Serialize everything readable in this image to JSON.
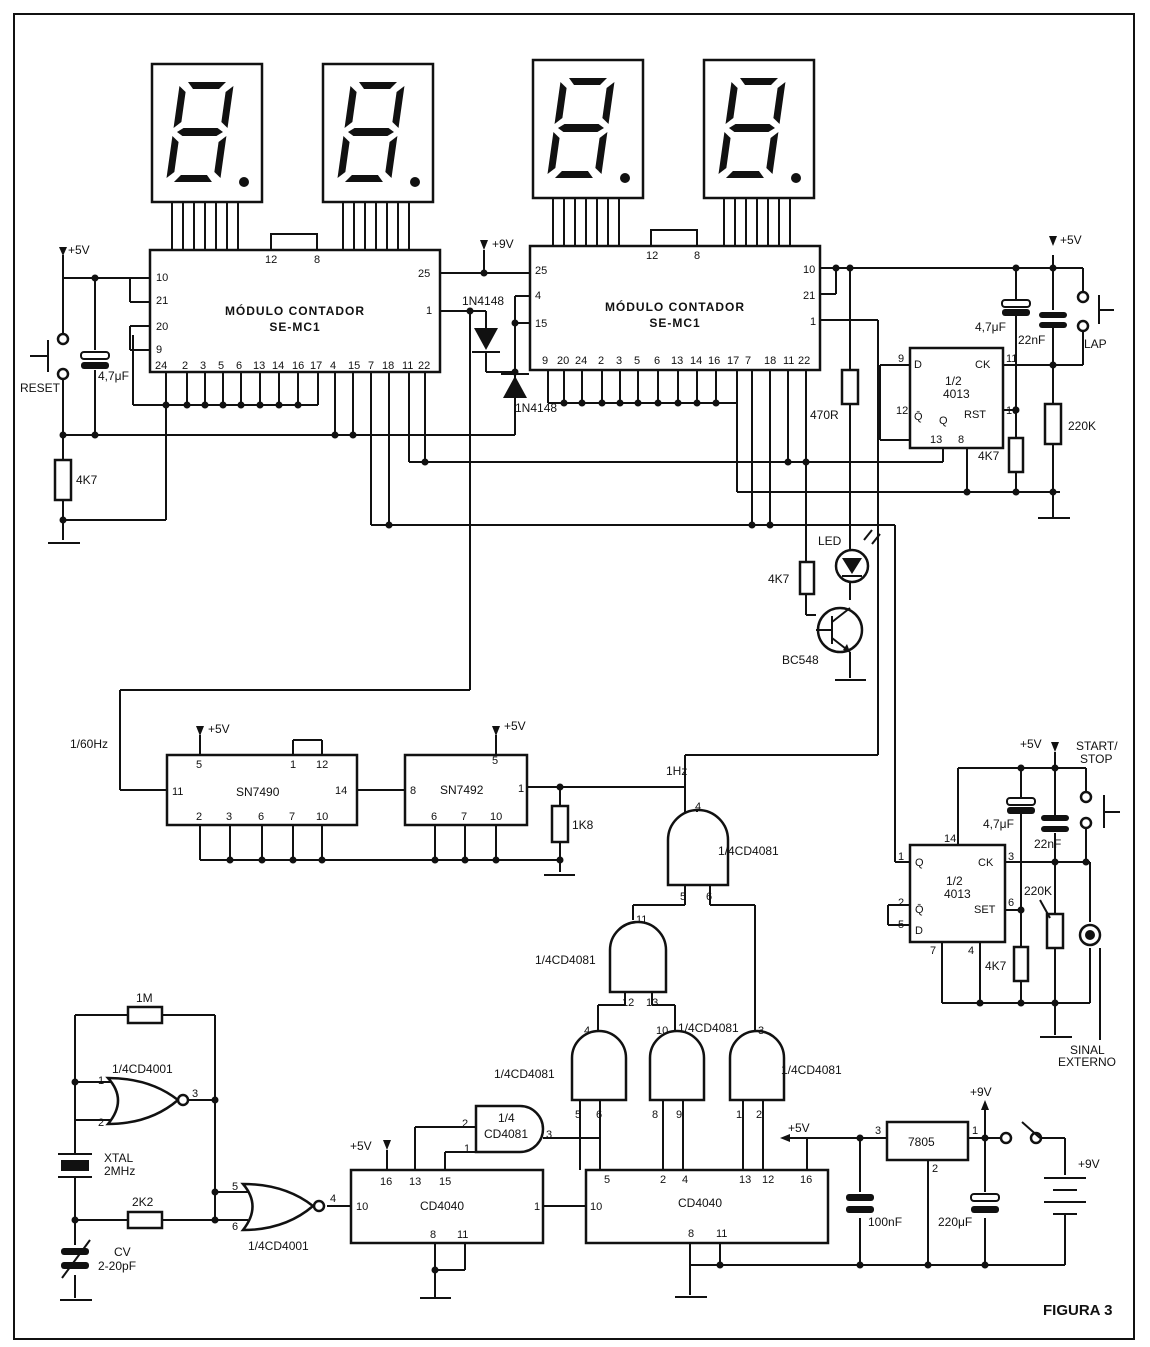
{
  "figure_label": "FIGURA 3",
  "modules": {
    "m1_line1": "MÓDULO CONTADOR",
    "m1_line2": "SE-MC1",
    "m2_line1": "MÓDULO CONTADOR",
    "m2_line2": "SE-MC1",
    "m1_left_pins": [
      "10",
      "21",
      "20",
      "9"
    ],
    "m1_bottom_pins": [
      "24",
      "2",
      "3",
      "5",
      "6",
      "13",
      "14",
      "16",
      "17",
      "4",
      "15",
      "7",
      "18",
      "11",
      "22"
    ],
    "m1_top_pins": [
      "12",
      "8"
    ],
    "m1_right_pins": [
      "25",
      "1"
    ],
    "m2_left_pins": [
      "25",
      "4",
      "15"
    ],
    "m2_bottom_pins": [
      "9",
      "20",
      "24",
      "2",
      "3",
      "5",
      "6",
      "13",
      "14",
      "16",
      "17",
      "7",
      "18",
      "11",
      "22"
    ],
    "m2_top_pins": [
      "12",
      "8"
    ],
    "m2_right_pins": [
      "10",
      "21",
      "1"
    ]
  },
  "supplies": {
    "v5": "+5V",
    "v9": "+9V"
  },
  "components": {
    "reset": "RESET",
    "cap_47uf": "4,7μF",
    "r_4k7": "4K7",
    "diode": "1N4148",
    "r_470": "470R",
    "led": "LED",
    "transistor": "BC548",
    "cap_22nf": "22nF",
    "r_220k": "220K",
    "lap": "LAP",
    "start_stop_1": "START/",
    "start_stop_2": "STOP",
    "sinal_1": "SINAL",
    "sinal_2": "EXTERNO",
    "ff_label_1": "1/2",
    "ff_label_2": "4013",
    "ff1_pins": [
      "9",
      "D",
      "CK",
      "11",
      "12",
      "Q̄",
      "Q",
      "RST",
      "10",
      "13",
      "8"
    ],
    "ff2_pins": [
      "14",
      "1",
      "Q",
      "CK",
      "3",
      "2",
      "Q̄",
      "SET",
      "6",
      "5",
      "D",
      "7",
      "4"
    ],
    "freq_60": "1/60Hz",
    "freq_1": "1Hz",
    "sn7490": "SN7490",
    "sn7492": "SN7492",
    "sn7490_pins": [
      "5",
      "1",
      "12",
      "11",
      "14",
      "2",
      "3",
      "6",
      "7",
      "10"
    ],
    "sn7492_pins": [
      "5",
      "8",
      "1",
      "6",
      "7",
      "10"
    ],
    "r_1k8": "1K8",
    "and_label": "1/4CD4081",
    "and_small_1": "1/4",
    "and_small_2": "CD4081",
    "nor_label": "1/4CD4001",
    "r_1m": "1M",
    "xtal_1": "XTAL",
    "xtal_2": "2MHz",
    "r_2k2": "2K2",
    "cv_1": "CV",
    "cv_2": "2-20pF",
    "cd4040": "CD4040",
    "cd4040a_pins": [
      "16",
      "13",
      "15",
      "10",
      "1",
      "8",
      "11"
    ],
    "cd4040b_pins": [
      "5",
      "2",
      "4",
      "13",
      "12",
      "16",
      "10",
      "8",
      "11"
    ],
    "reg": "7805",
    "reg_pins": [
      "3",
      "1",
      "2"
    ],
    "cap_100nf": "100nF",
    "cap_220uf": "220μF",
    "battery": "+9V",
    "and_pins": [
      "4",
      "5",
      "6",
      "11",
      "12",
      "13",
      "4",
      "5",
      "6",
      "10",
      "9",
      "8",
      "3",
      "1",
      "2",
      "2",
      "1",
      "3"
    ],
    "nor_pins": [
      "1",
      "2",
      "3",
      "5",
      "6",
      "4"
    ]
  }
}
